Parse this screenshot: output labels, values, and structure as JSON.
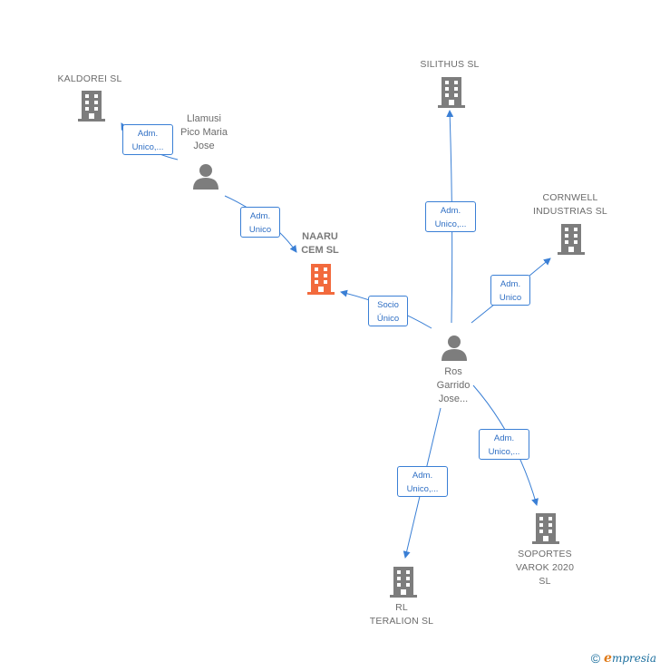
{
  "nodes": {
    "kaldorei": {
      "label": "KALDOREI  SL"
    },
    "silithus": {
      "label": "SILITHUS  SL"
    },
    "cornwell": {
      "label": "CORNWELL\nINDUSTRIAS SL"
    },
    "naaru": {
      "label": "NAARU\nCEM  SL"
    },
    "llamusi": {
      "label": "Llamusi\nPico Maria\nJose"
    },
    "ros": {
      "label": "Ros\nGarrido\nJose..."
    },
    "soportes": {
      "label": "SOPORTES\nVAROK 2020\nSL"
    },
    "teralion": {
      "label": "RL\nTERALION  SL"
    }
  },
  "edges": {
    "llamusi_kaldorei": "Adm.\nUnico,...",
    "llamusi_naaru": "Adm.\nUnico",
    "ros_naaru": "Socio\nÚnico",
    "ros_silithus": "Adm.\nUnico,...",
    "ros_cornwell": "Adm.\nUnico",
    "ros_soportes": "Adm.\nUnico,...",
    "ros_teralion": "Adm.\nUnico,..."
  },
  "colors": {
    "edge": "#3a7fd5",
    "company_icon": "#7d7d7d",
    "focus_icon": "#f26a3d",
    "person_icon": "#7d7d7d"
  },
  "footer": {
    "copyright_symbol": "©",
    "brand_initial": "e",
    "brand_rest": "mpresia"
  }
}
